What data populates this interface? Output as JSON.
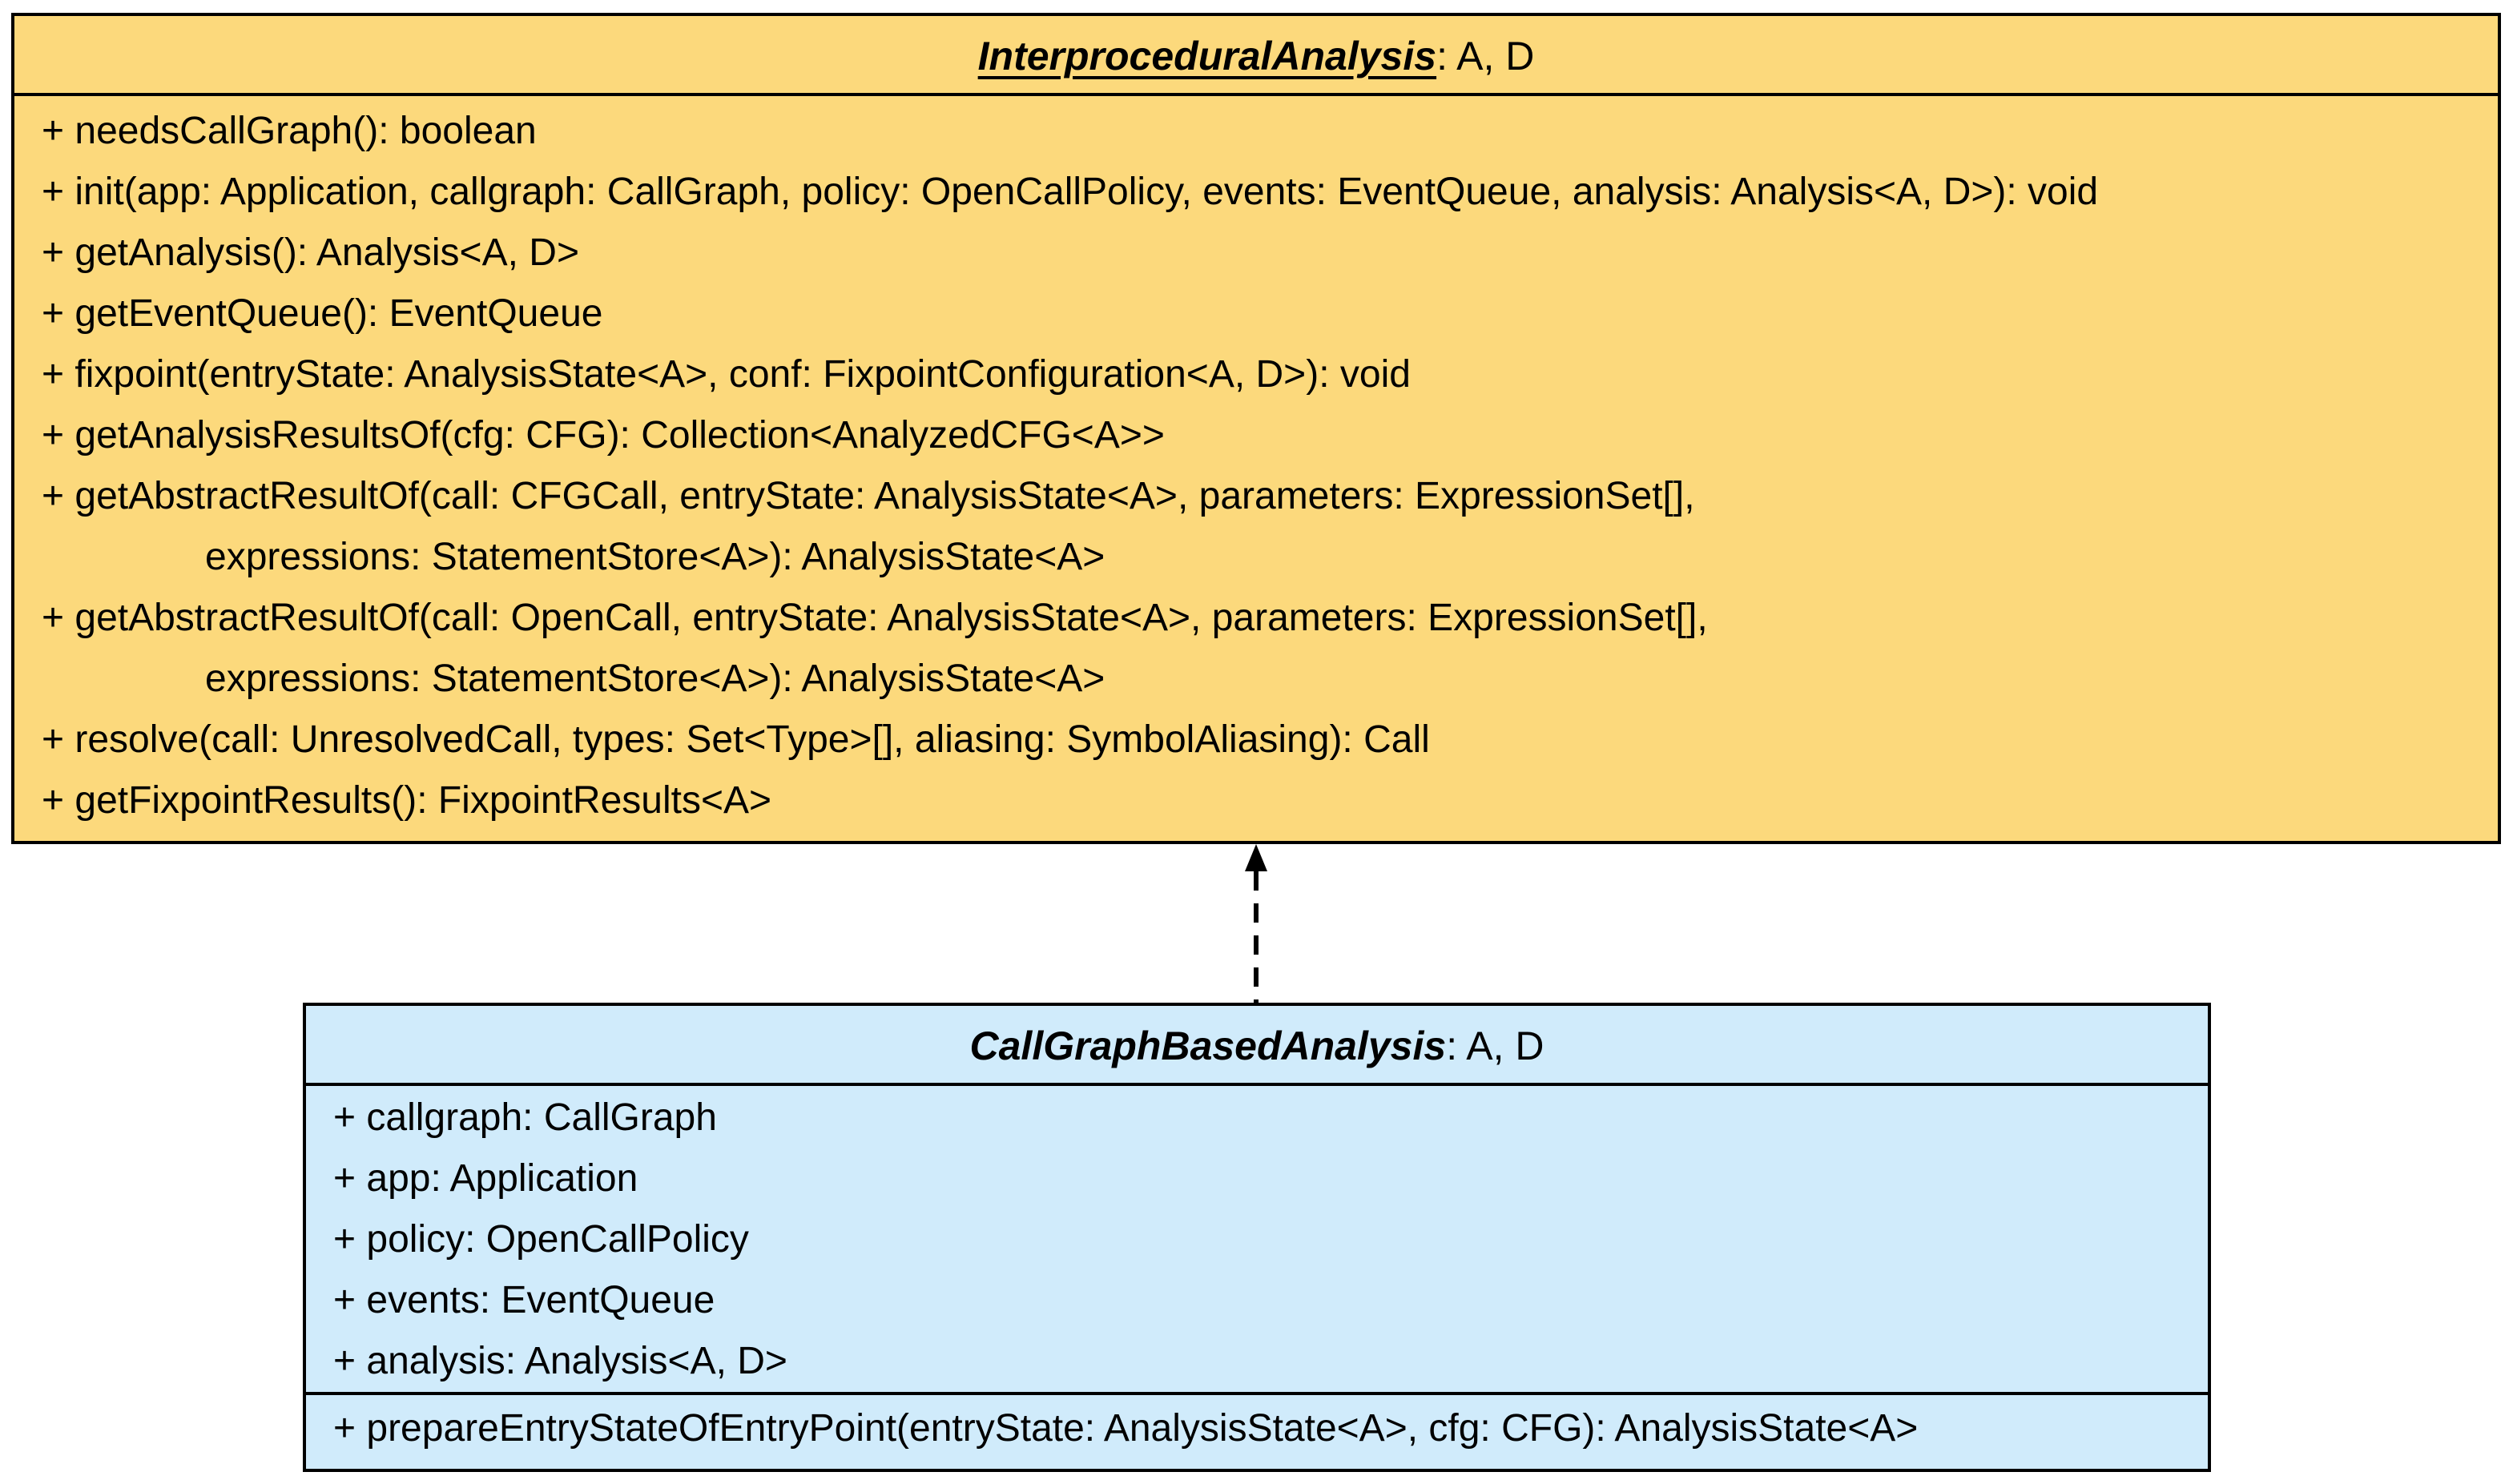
{
  "interface": {
    "name": "InterproceduralAnalysis",
    "type_params": ": A, D",
    "fill_color": "#fcd97c",
    "operations": [
      {
        "text": "+ needsCallGraph(): boolean"
      },
      {
        "text": "+ init(app: Application, callgraph: CallGraph, policy: OpenCallPolicy, events: EventQueue, analysis: Analysis<A, D>): void"
      },
      {
        "text": "+ getAnalysis(): Analysis<A, D>"
      },
      {
        "text": "+ getEventQueue(): EventQueue"
      },
      {
        "text": "+ fixpoint(entryState: AnalysisState<A>, conf: FixpointConfiguration<A, D>): void"
      },
      {
        "text": "+ getAnalysisResultsOf(cfg: CFG): Collection<AnalyzedCFG<A>>"
      },
      {
        "text": "+ getAbstractResultOf(call: CFGCall, entryState: AnalysisState<A>, parameters: ExpressionSet[],",
        "cont": "expressions: StatementStore<A>): AnalysisState<A>"
      },
      {
        "text": "+ getAbstractResultOf(call: OpenCall, entryState: AnalysisState<A>, parameters: ExpressionSet[],",
        "cont": "expressions: StatementStore<A>): AnalysisState<A>"
      },
      {
        "text": "+ resolve(call: UnresolvedCall, types: Set<Type>[], aliasing: SymbolAliasing): Call"
      },
      {
        "text": "+ getFixpointResults(): FixpointResults<A>"
      }
    ]
  },
  "class": {
    "name": "CallGraphBasedAnalysis",
    "type_params": ": A, D",
    "fill_color": "#d0ebfb",
    "attributes": [
      "+ callgraph: CallGraph",
      "+ app: Application",
      "+ policy: OpenCallPolicy",
      "+ events: EventQueue",
      "+ analysis: Analysis<A, D>"
    ],
    "operations": [
      "+ prepareEntryStateOfEntryPoint(entryState: AnalysisState<A>, cfg: CFG): AnalysisState<A>"
    ]
  },
  "relation": {
    "type": "realization",
    "from": "CallGraphBasedAnalysis",
    "to": "InterproceduralAnalysis"
  }
}
